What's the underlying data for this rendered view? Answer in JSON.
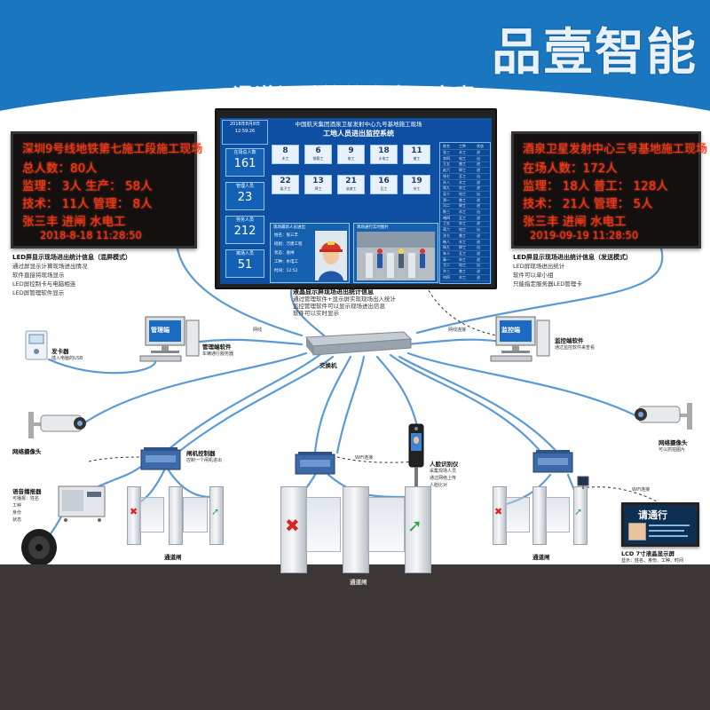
{
  "brand": "品壹智能",
  "main_title": "通道闸系统综合应用方案",
  "led_left": {
    "lines": [
      "深圳9号线地铁第七施工段施工现场",
      "总人数：80人",
      "监理：   3人   生产：   58人",
      "技术：  11人   管理：    8人",
      "张三丰   进闸   水电工"
    ],
    "datetime": "2018-8-18 11:28:50",
    "caption_title": "LED屏显示现场进出统计信息（混屏模式）",
    "caption_lines": [
      "通过屏显示计算现场进出情况",
      "软件直接将现场显示",
      "LED屏控制卡与电脑相连",
      "LED屏管理软件显示"
    ]
  },
  "led_right": {
    "lines": [
      "酒泉卫星发射中心三号基地施工现场",
      "在场人数：172人",
      "监理：   18人    普工：   128人",
      "技术：   21人    管理：     5人",
      "张三丰   进闸   水电工"
    ],
    "datetime": "2019-09-19 11:28:50",
    "caption_title": "LED屏显示现场进出统计信息（发送模式）",
    "caption_lines": [
      "LED屏现场进出统计",
      "软件可以单小组",
      "只能指定服务器LED管理卡"
    ]
  },
  "screen": {
    "org": "中国航天集团酒泉卫星发射中心九号基地施工现场",
    "system": "工地人员进出监控系统",
    "datetime": "2018年8月8日 12:59:26",
    "stats": [
      {
        "label": "在场总人数",
        "value": "161"
      },
      {
        "label": "管理人员",
        "value": "23"
      },
      {
        "label": "劳务人员",
        "value": "212"
      },
      {
        "label": "离场人员",
        "value": "51"
      }
    ],
    "tiles": [
      {
        "value": "8",
        "label": "木工"
      },
      {
        "value": "6",
        "label": "钢筋工"
      },
      {
        "value": "9",
        "label": "电工"
      },
      {
        "value": "18",
        "label": "水电工"
      },
      {
        "value": "11",
        "label": "普工"
      },
      {
        "value": "22",
        "label": "架子工"
      },
      {
        "value": "13",
        "label": "焊工"
      },
      {
        "value": "21",
        "label": "油漆工"
      },
      {
        "value": "16",
        "label": "瓦工"
      },
      {
        "value": "19",
        "label": "杂工"
      }
    ],
    "camera_title": "现场最新人员进出",
    "photo_title": "现场通行实时图片",
    "person": [
      "姓名：张三丰",
      "班组：万建工程",
      "状态：进闸",
      "工种：水电工",
      "时间：12:52"
    ],
    "table_header": [
      "姓名",
      "工种",
      "状态"
    ],
    "table_rows": [
      [
        "张三",
        "木工",
        "进"
      ],
      [
        "李四",
        "电工",
        "出"
      ],
      [
        "王五",
        "普工",
        "进"
      ],
      [
        "赵六",
        "焊工",
        "进"
      ],
      [
        "钱七",
        "瓦工",
        "出"
      ],
      [
        "孙八",
        "木工",
        "进"
      ],
      [
        "周九",
        "杂工",
        "进"
      ],
      [
        "吴十",
        "电工",
        "出"
      ],
      [
        "郑一",
        "普工",
        "进"
      ],
      [
        "冯二",
        "焊工",
        "进"
      ],
      [
        "陈三",
        "木工",
        "出"
      ],
      [
        "褚四",
        "瓦工",
        "进"
      ],
      [
        "卫五",
        "杂工",
        "进"
      ],
      [
        "蒋六",
        "电工",
        "出"
      ],
      [
        "沈七",
        "普工",
        "进"
      ],
      [
        "韩八",
        "木工",
        "进"
      ],
      [
        "杨九",
        "焊工",
        "出"
      ],
      [
        "朱十",
        "瓦工",
        "进"
      ],
      [
        "秦一",
        "杂工",
        "进"
      ],
      [
        "尤二",
        "电工",
        "出"
      ],
      [
        "许三",
        "普工",
        "进"
      ],
      [
        "何四",
        "木工",
        "进"
      ]
    ]
  },
  "monitor_caption": {
    "title": "液晶显示屏现场进出统计信息",
    "lines": [
      "通过管理软件+显示屏实现现场出入统计",
      "监控管理软件可以显示现场进出信息",
      "软件可以实时显示"
    ]
  },
  "labels": {
    "card_issuer": "发卡器",
    "card_issuer_sub": "插入电脑的USB",
    "mgmt_pc": "管理端",
    "mgmt_sw": "管理端软件",
    "mgmt_sw_sub": "车辆通行服务器",
    "monitor_pc": "监控端",
    "monitor_sw": "监控端软件",
    "monitor_sw_sub": "通过监控软件来查看",
    "switch": "交换机",
    "net_left": "网线",
    "net_right": "网线连接",
    "camera_left": "网络摄像头",
    "camera_right": "网络摄像头",
    "camera_right_sub": "可以抓拍图片",
    "gate_ctrl": "闸机控制器",
    "gate_ctrl_sub": "控制一个闸机进出",
    "voice": "语音播报器",
    "voice_lines": [
      "可播报：姓名",
      "工种",
      "身份",
      "状态"
    ],
    "face": "人脸识别仪",
    "face_lines": [
      "采集现场人员",
      "通过网络上传",
      "人脸比对"
    ],
    "gate_left": "通道闸",
    "gate_mid": "通道闸",
    "gate_right": "通道闸",
    "lcd_badge": "请通行",
    "lcd": "LCD 7寸液晶显示屏",
    "lcd_sub": "显示：姓名、身份、工种、时间",
    "wifi_left": "WiFi连接",
    "wifi_right": "WiFi连接"
  },
  "colors": {
    "header": "#1a76bf",
    "led_text": "#ff2a10",
    "screen_bg": "#0f4fa1",
    "floor": "#3c3634",
    "cable": "#5b9bd5"
  }
}
